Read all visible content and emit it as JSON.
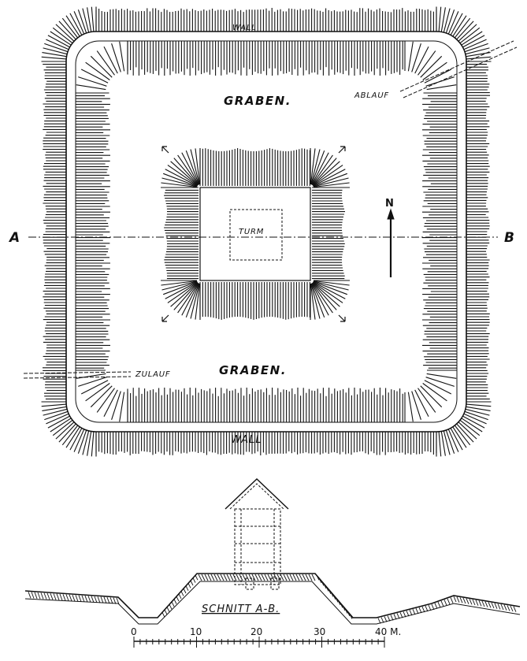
{
  "plan": {
    "wall_top": "WALL",
    "wall_bottom": "WALL",
    "graben_top": "GRABEN.",
    "graben_bottom": "GRABEN.",
    "ablauf": "ABLAUF",
    "zulauf": "ZULAUF",
    "turm": "TURM",
    "north": "N",
    "section_a": "A",
    "section_b": "B"
  },
  "section": {
    "title": "SCHNITT A-B."
  },
  "scale_bar": {
    "ticks": [
      "0",
      "10",
      "20",
      "30",
      "40 M."
    ]
  },
  "colors": {
    "ink": "#111111",
    "paper": "#ffffff"
  }
}
